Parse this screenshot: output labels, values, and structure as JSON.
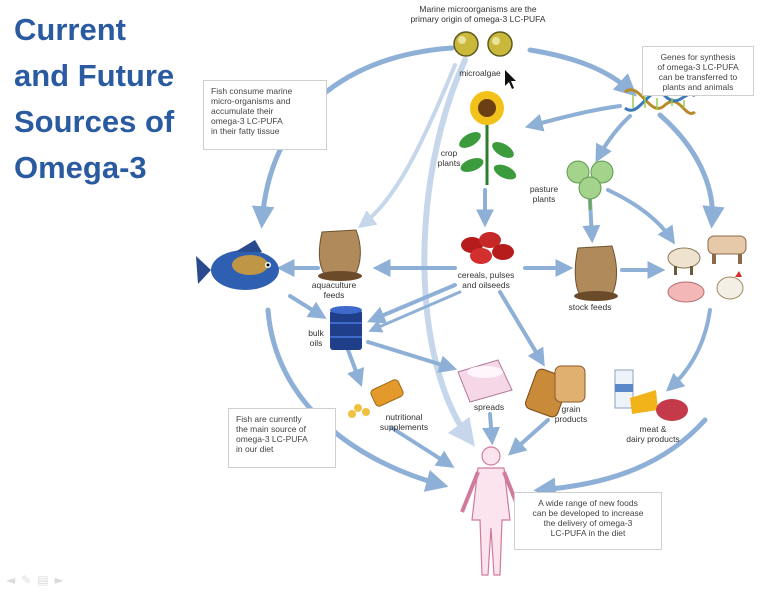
{
  "title": {
    "lines": [
      "Current",
      "and Future",
      "Sources of",
      "Omega-3"
    ]
  },
  "labels": {
    "top_caption": "Marine microorganisms are the\nprimary origin of omega-3 LC-PUFA",
    "microalgae": "microalgae",
    "crop_plants": "crop\nplants",
    "pasture_plants": "pasture\nplants",
    "cereals": "cereals, pulses\nand oilseeds",
    "aquaculture_feeds": "aquaculture\nfeeds",
    "stock_feeds": "stock feeds",
    "bulk_oils": "bulk\noils",
    "nutritional_supplements": "nutritional\nsupplements",
    "spreads": "spreads",
    "grain_products": "grain\nproducts",
    "meat_dairy": "meat &\ndairy products"
  },
  "notes": {
    "fish_consume": "Fish consume marine\nmicro-organisms and\naccumulate their\nomega-3 LC-PUFA\nin their fatty tissue",
    "genes": "Genes for synthesis\nof omega-3 LC-PUFA\ncan be transferred to\nplants and animals",
    "fish_source": "Fish are currently\nthe main source of\nomega-3 LC-PUFA\nin our diet",
    "new_foods": "A wide range of new foods\ncan be developed to increase\nthe delivery of omega-3\nLC-PUFA in the diet"
  },
  "colors": {
    "title": "#2a5aa0",
    "arrow": "#8fb0d6",
    "arrow_light": "#c6d7ec"
  },
  "icons": [
    "microalgae-icon",
    "dna-icon",
    "sunflower-icon",
    "clover-icon",
    "fish-icon",
    "beans-icon",
    "feed-sack-icon",
    "oil-barrel-icon",
    "supplement-bottle-icon",
    "spread-tub-icon",
    "bread-icon",
    "dairy-meat-icon",
    "livestock-icon",
    "human-body-icon"
  ]
}
